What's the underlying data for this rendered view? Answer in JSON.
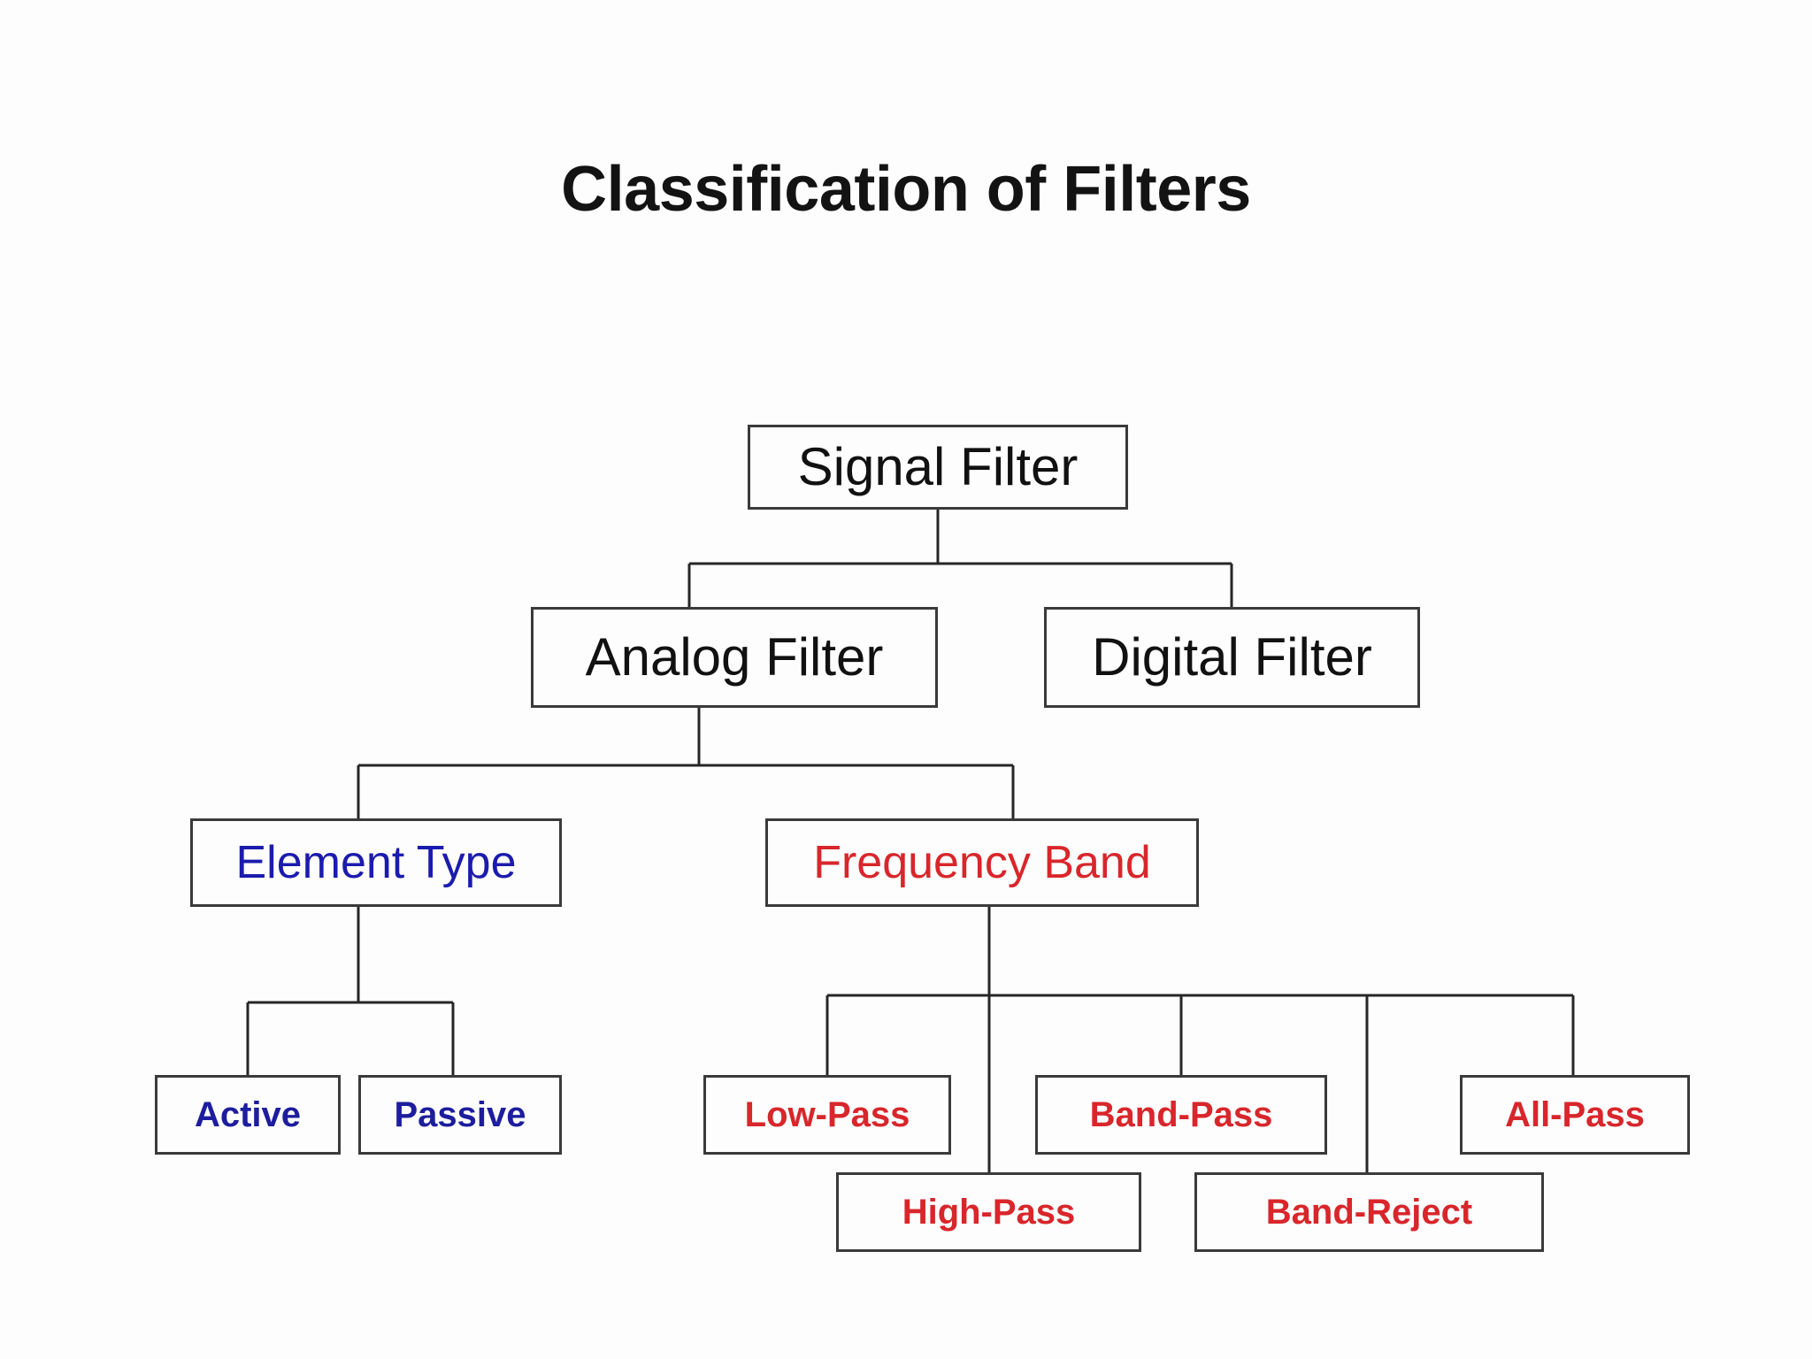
{
  "page": {
    "title": "Classification of Filters",
    "background_color": "#fdfdfd"
  },
  "colors": {
    "text_black": "#111111",
    "blue": "#1b1bae",
    "red": "#d8262b",
    "box_border": "#3a3a3a",
    "connector": "#262626"
  },
  "diagram": {
    "type": "hierarchy-tree",
    "root": "Signal Filter",
    "nodes": {
      "signal_filter": {
        "label": "Signal Filter",
        "level": 1,
        "color": "#111111"
      },
      "analog_filter": {
        "label": "Analog Filter",
        "level": 2,
        "color": "#111111"
      },
      "digital_filter": {
        "label": "Digital Filter",
        "level": 2,
        "color": "#111111"
      },
      "element_type": {
        "label": "Element Type",
        "level": 3,
        "color": "#1b1bae"
      },
      "frequency_band": {
        "label": "Frequency Band",
        "level": 3,
        "color": "#d8262b"
      },
      "active": {
        "label": "Active",
        "level": 4,
        "color": "#1d1d9e"
      },
      "passive": {
        "label": "Passive",
        "level": 4,
        "color": "#1d1d9e"
      },
      "low_pass": {
        "label": "Low-Pass",
        "level": 4,
        "color": "#d8262b"
      },
      "high_pass": {
        "label": "High-Pass",
        "level": 4,
        "color": "#d8262b"
      },
      "band_pass": {
        "label": "Band-Pass",
        "level": 4,
        "color": "#d8262b"
      },
      "band_reject": {
        "label": "Band-Reject",
        "level": 4,
        "color": "#d8262b"
      },
      "all_pass": {
        "label": "All-Pass",
        "level": 4,
        "color": "#d8262b"
      }
    },
    "edges": [
      {
        "from": "signal_filter",
        "to": "analog_filter"
      },
      {
        "from": "signal_filter",
        "to": "digital_filter"
      },
      {
        "from": "analog_filter",
        "to": "element_type"
      },
      {
        "from": "analog_filter",
        "to": "frequency_band"
      },
      {
        "from": "element_type",
        "to": "active"
      },
      {
        "from": "element_type",
        "to": "passive"
      },
      {
        "from": "frequency_band",
        "to": "low_pass"
      },
      {
        "from": "frequency_band",
        "to": "high_pass"
      },
      {
        "from": "frequency_band",
        "to": "band_pass"
      },
      {
        "from": "frequency_band",
        "to": "band_reject"
      },
      {
        "from": "frequency_band",
        "to": "all_pass"
      }
    ]
  }
}
